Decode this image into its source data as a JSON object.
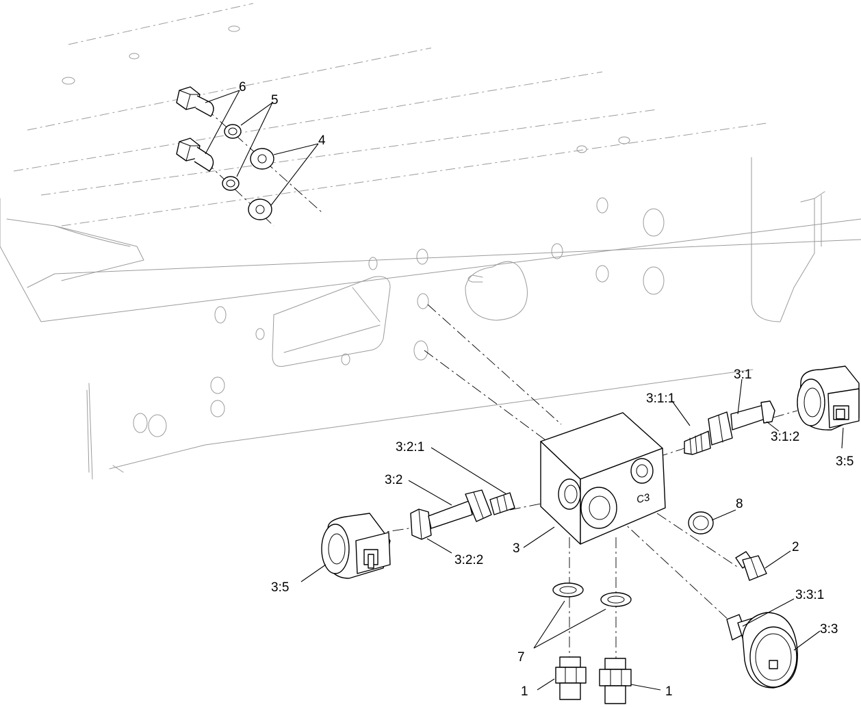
{
  "block_marking": "C3",
  "callouts": {
    "c1a": "1",
    "c1b": "1",
    "c2": "2",
    "c3": "3",
    "c4": "4",
    "c5": "5",
    "c6": "6",
    "c7": "7",
    "c8": "8",
    "c3_1": "3:1",
    "c3_1_1": "3:1:1",
    "c3_1_2": "3:1:2",
    "c3_2": "3:2",
    "c3_2_1": "3:2:1",
    "c3_2_2": "3:2:2",
    "c3_3": "3:3",
    "c3_3_1": "3:3:1",
    "c3_5a": "3:5",
    "c3_5b": "3:5"
  }
}
